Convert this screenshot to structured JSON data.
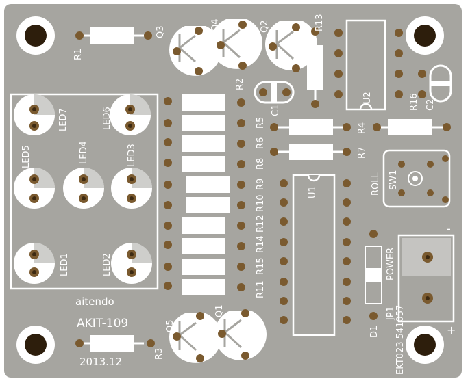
{
  "board": {
    "brand": "aitendo",
    "model": "AKIT-109",
    "date": "2013.12",
    "serial": "EKT023 541057"
  },
  "colors": {
    "board": "#a6a5a0",
    "silkscreen": "#ffffff",
    "pad": "#7a5a2f",
    "hole": "#3d2a12"
  },
  "labels": {
    "q3": "Q3",
    "q4": "Q4",
    "q2": "Q2",
    "q5": "Q5",
    "q1": "Q1",
    "r1": "R1",
    "r2": "R2",
    "r3": "R3",
    "r4": "R4",
    "r5": "R5",
    "r6": "R6",
    "r7": "R7",
    "r8": "R8",
    "r9": "R9",
    "r10": "R10",
    "r11": "R11",
    "r12": "R12",
    "r13": "R13",
    "r14": "R14",
    "r15": "R15",
    "r16": "R16",
    "c1": "C1",
    "c2": "C2",
    "u1": "U1",
    "u2": "U2",
    "sw1": "SW1",
    "jp1": "JP1",
    "d1": "D1",
    "led1": "LED1",
    "led2": "LED2",
    "led3": "LED3",
    "led4": "LED4",
    "led5": "LED5",
    "led6": "LED6",
    "led7": "LED7",
    "roll": "ROLL",
    "power": "POWER",
    "minus": "-",
    "plus": "+"
  }
}
